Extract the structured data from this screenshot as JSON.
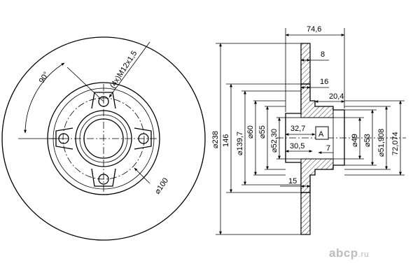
{
  "front_view": {
    "angle_label": "90°",
    "thread_label": "(4x)M12x1,5",
    "pcd_label": "⌀100"
  },
  "side_view": {
    "overall_width": "74,6",
    "flange_offset": "8",
    "hub_step": "16",
    "hub_length": "20,4",
    "inner_depth_1": "32,7",
    "inner_depth_2": "30,5",
    "groove": "7",
    "bottom_step": "15",
    "section_label": "A",
    "left_diameters": [
      "⌀238",
      "146",
      "⌀139,7",
      "⌀60",
      "⌀55",
      "⌀52,30"
    ],
    "right_diameters": [
      "⌀49",
      "⌀53",
      "⌀51,908",
      "72,074"
    ]
  },
  "watermark": {
    "brand": "abcp",
    "domain": ".ru"
  }
}
